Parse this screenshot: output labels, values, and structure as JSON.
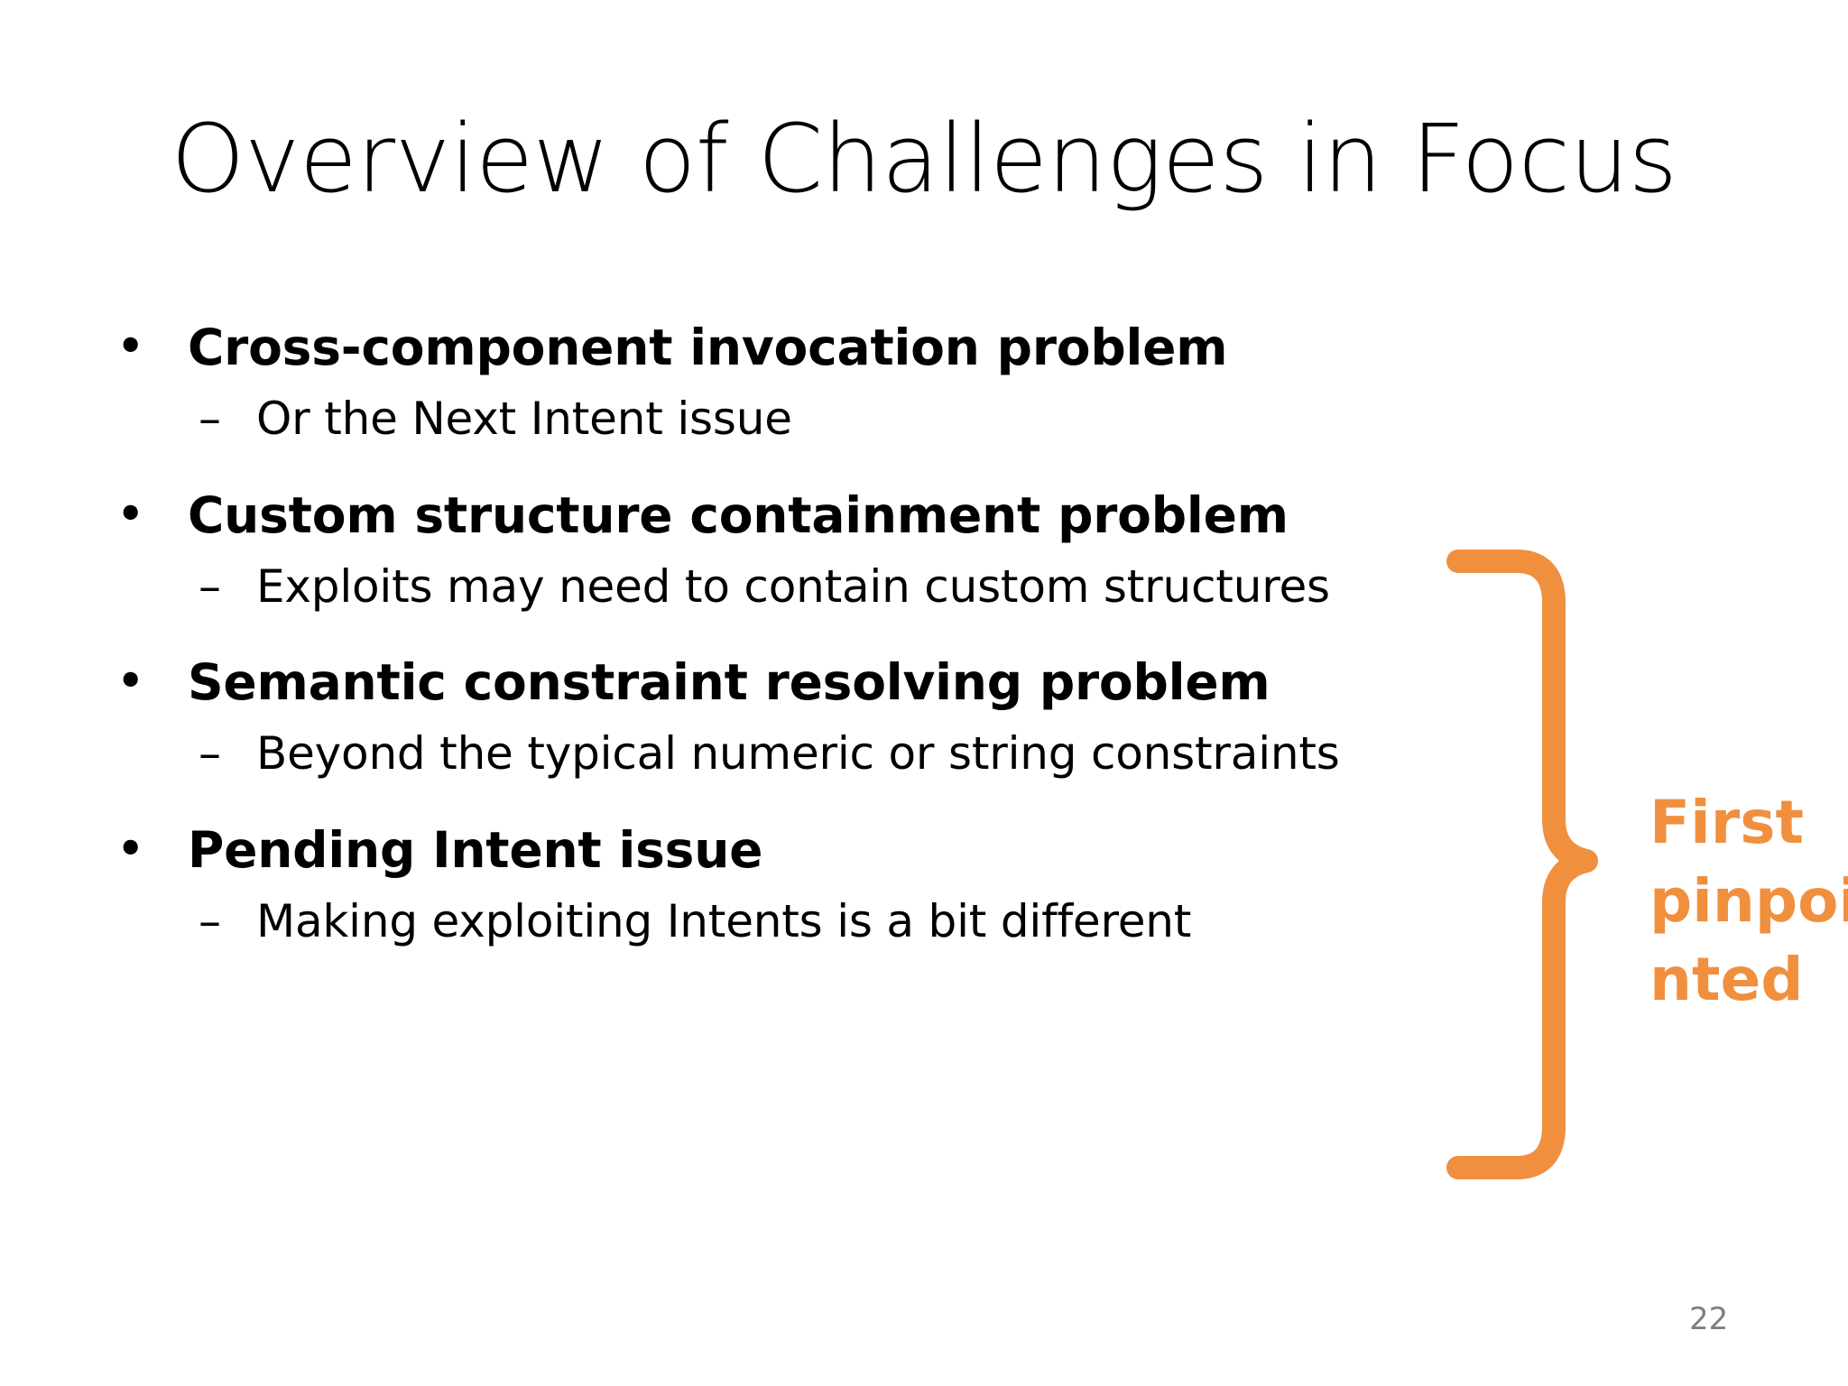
{
  "slide": {
    "title": "Overview of Challenges in Focus",
    "page_number": "22",
    "background_color": "#FFFFFF",
    "accent_color": "#F0903F",
    "text_color": "#000000",
    "page_number_color": "#7F7F7F"
  },
  "bullets": [
    {
      "marker": "•",
      "label": "Cross-component invocation problem",
      "sub": [
        {
          "marker": "–",
          "label": "Or the Next Intent issue"
        }
      ]
    },
    {
      "marker": "•",
      "label": "Custom structure containment problem",
      "sub": [
        {
          "marker": "–",
          "label": "Exploits may need to contain custom structures"
        }
      ]
    },
    {
      "marker": "•",
      "label": "Semantic constraint resolving problem",
      "sub": [
        {
          "marker": "–",
          "label": "Beyond the typical numeric or string constraints"
        }
      ]
    },
    {
      "marker": "•",
      "label": "Pending Intent issue",
      "sub": [
        {
          "marker": "–",
          "label": "Making exploiting Intents is a bit different"
        }
      ]
    }
  ],
  "annotation": {
    "full_text": "First pinpointed",
    "lines": [
      "First",
      "pinpoi",
      "nted"
    ],
    "color": "#F0903F"
  },
  "brace": {
    "shape": "right-curly-brace",
    "color": "#F0903F"
  }
}
